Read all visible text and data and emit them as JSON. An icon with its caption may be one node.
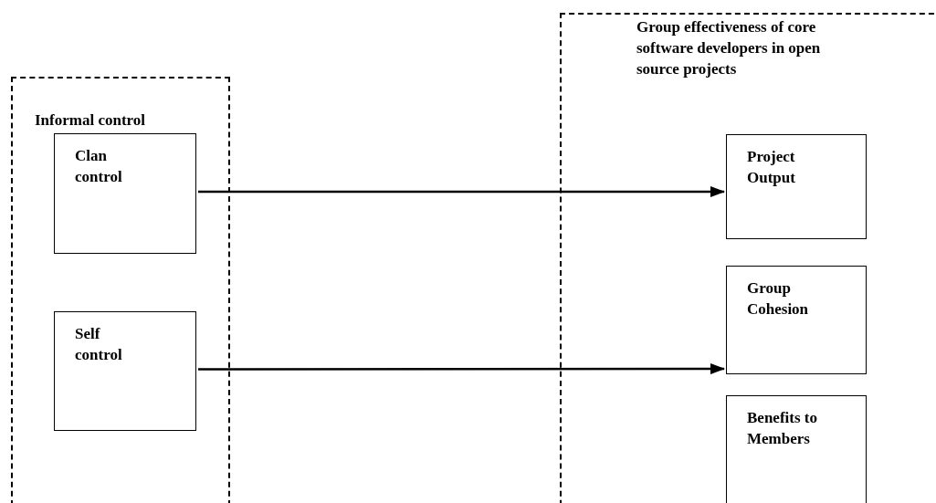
{
  "diagram": {
    "nodes": [
      {
        "text": [
          "Informal control"
        ]
      },
      {
        "text": [
          "Clan control"
        ],
        "in": 0
      },
      {
        "text": [
          "Self control"
        ],
        "in": 0
      },
      {
        "text": [
          "Group effectiveness of core software developers in open source projects"
        ]
      },
      {
        "text": [
          "Project Output"
        ],
        "in": 3
      },
      {
        "text": [
          "Group Cohesion"
        ],
        "in": 3
      },
      {
        "text": [
          "Benefits to Members"
        ],
        "in": 3
      }
    ],
    "edges": [
      {
        "from": 1,
        "to": 4,
        "arrow": "to"
      },
      {
        "from": 2,
        "to": 5,
        "arrow": "to"
      }
    ]
  }
}
